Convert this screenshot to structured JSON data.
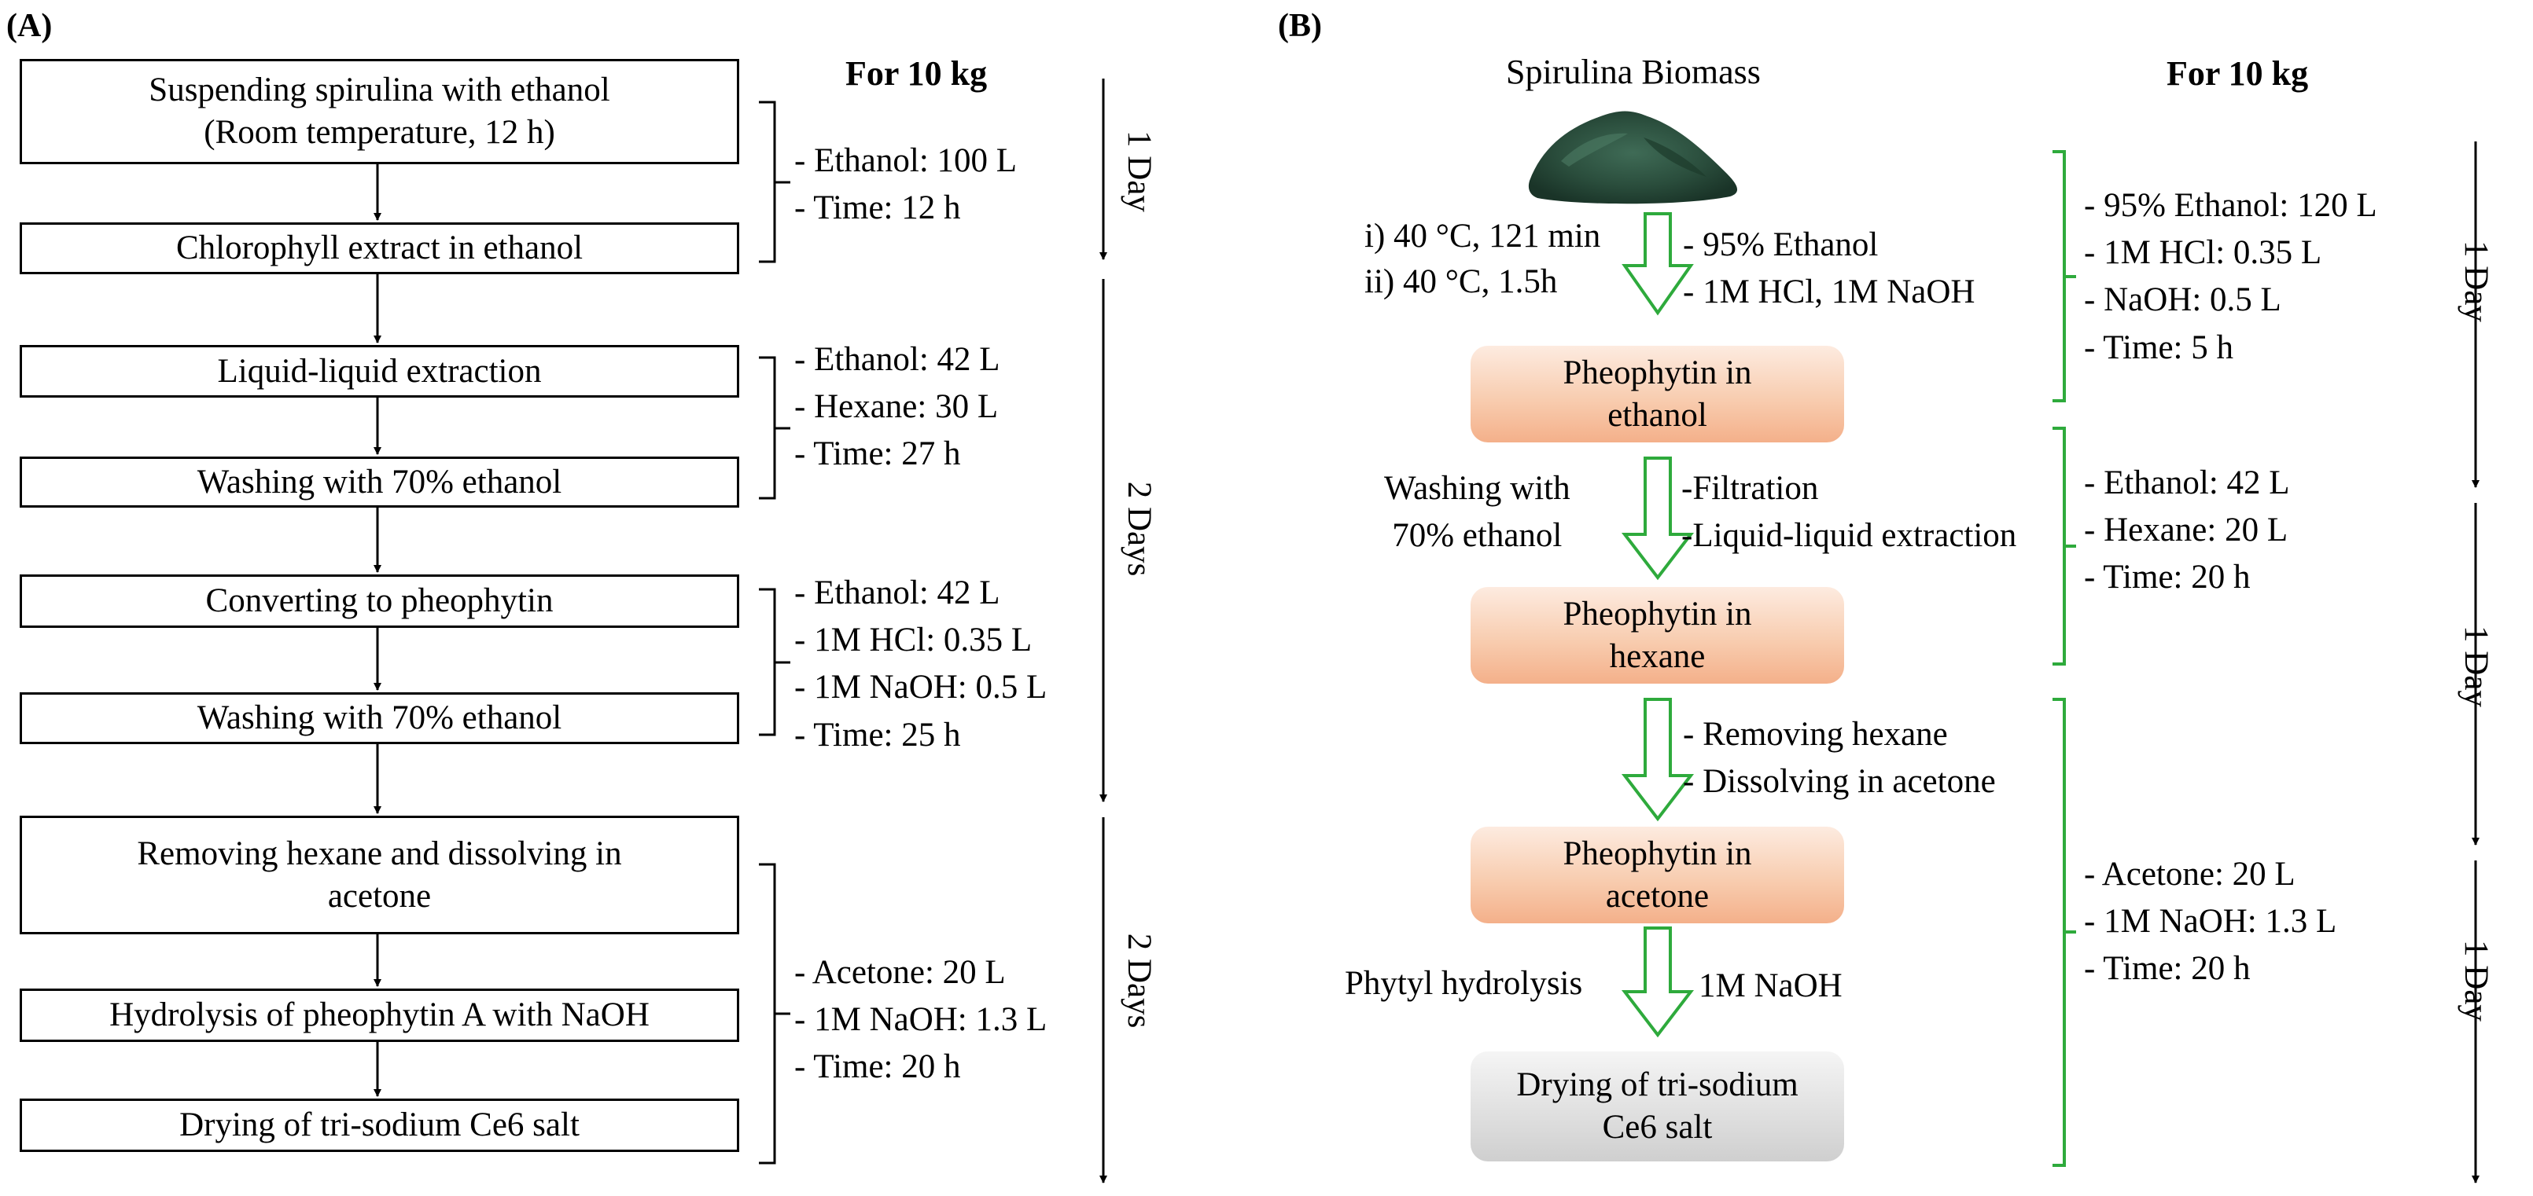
{
  "panelA": {
    "label": "(A)",
    "header": "For 10 kg",
    "steps": [
      [
        "Suspending spirulina with ethanol",
        "(Room temperature, 12 h)"
      ],
      [
        "Chlorophyll extract in ethanol"
      ],
      [
        "Liquid-liquid extraction"
      ],
      [
        "Washing with 70% ethanol"
      ],
      [
        "Converting to pheophytin"
      ],
      [
        "Washing with 70% ethanol"
      ],
      [
        "Removing hexane and dissolving in",
        "acetone"
      ],
      [
        "Hydrolysis of pheophytin A with NaOH"
      ],
      [
        "Drying of tri-sodium Ce6 salt"
      ]
    ],
    "conditions": [
      [
        "- Ethanol: 100 L",
        "- Time: 12 h"
      ],
      [
        "- Ethanol: 42 L",
        "- Hexane: 30 L",
        "- Time: 27 h"
      ],
      [
        "- Ethanol: 42 L",
        "- 1M HCl: 0.35 L",
        "- 1M NaOH: 0.5 L",
        "- Time: 25 h"
      ],
      [
        "- Acetone: 20 L",
        "- 1M NaOH: 1.3 L",
        "- Time: 20 h"
      ]
    ],
    "durations": [
      "1 Day",
      "2 Days",
      "2 Days"
    ]
  },
  "panelB": {
    "label": "(B)",
    "biomass": "Spirulina Biomass",
    "header": "For 10 kg",
    "stages": [
      [
        "Pheophytin in",
        "ethanol"
      ],
      [
        "Pheophytin in",
        "hexane"
      ],
      [
        "Pheophytin in",
        "acetone"
      ],
      [
        "Drying of tri-sodium",
        "Ce6 salt"
      ]
    ],
    "left_notes": [
      [
        "i) 40 °C, 121 min",
        "ii) 40 °C, 1.5h"
      ],
      [
        "Washing with",
        "70% ethanol"
      ],
      [],
      [
        "Phytyl hydrolysis"
      ]
    ],
    "right_notes": [
      [
        "- 95% Ethanol",
        "- 1M HCl, 1M NaOH"
      ],
      [
        "-Filtration",
        "-Liquid-liquid extraction"
      ],
      [
        "- Removing hexane",
        "- Dissolving in acetone"
      ],
      [
        "1M NaOH"
      ]
    ],
    "conditions": [
      [
        "- 95% Ethanol: 120 L",
        "- 1M HCl: 0.35 L",
        "- NaOH: 0.5 L",
        "- Time: 5 h"
      ],
      [
        "- Ethanol: 42 L",
        "- Hexane: 20 L",
        "- Time: 20 h"
      ],
      [
        "- Acetone: 20 L",
        "- 1M NaOH: 1.3 L",
        "- Time: 20 h"
      ]
    ],
    "durations": [
      "1 Day",
      "1 Day",
      "1 Day"
    ],
    "colors": {
      "stage_fill": "#f7c3a2",
      "stage_fill_light": "#fdebe0",
      "final_fill": "#d9d9d9",
      "arrow": "#2eaa3c",
      "bracket": "#2eaa3c"
    }
  }
}
